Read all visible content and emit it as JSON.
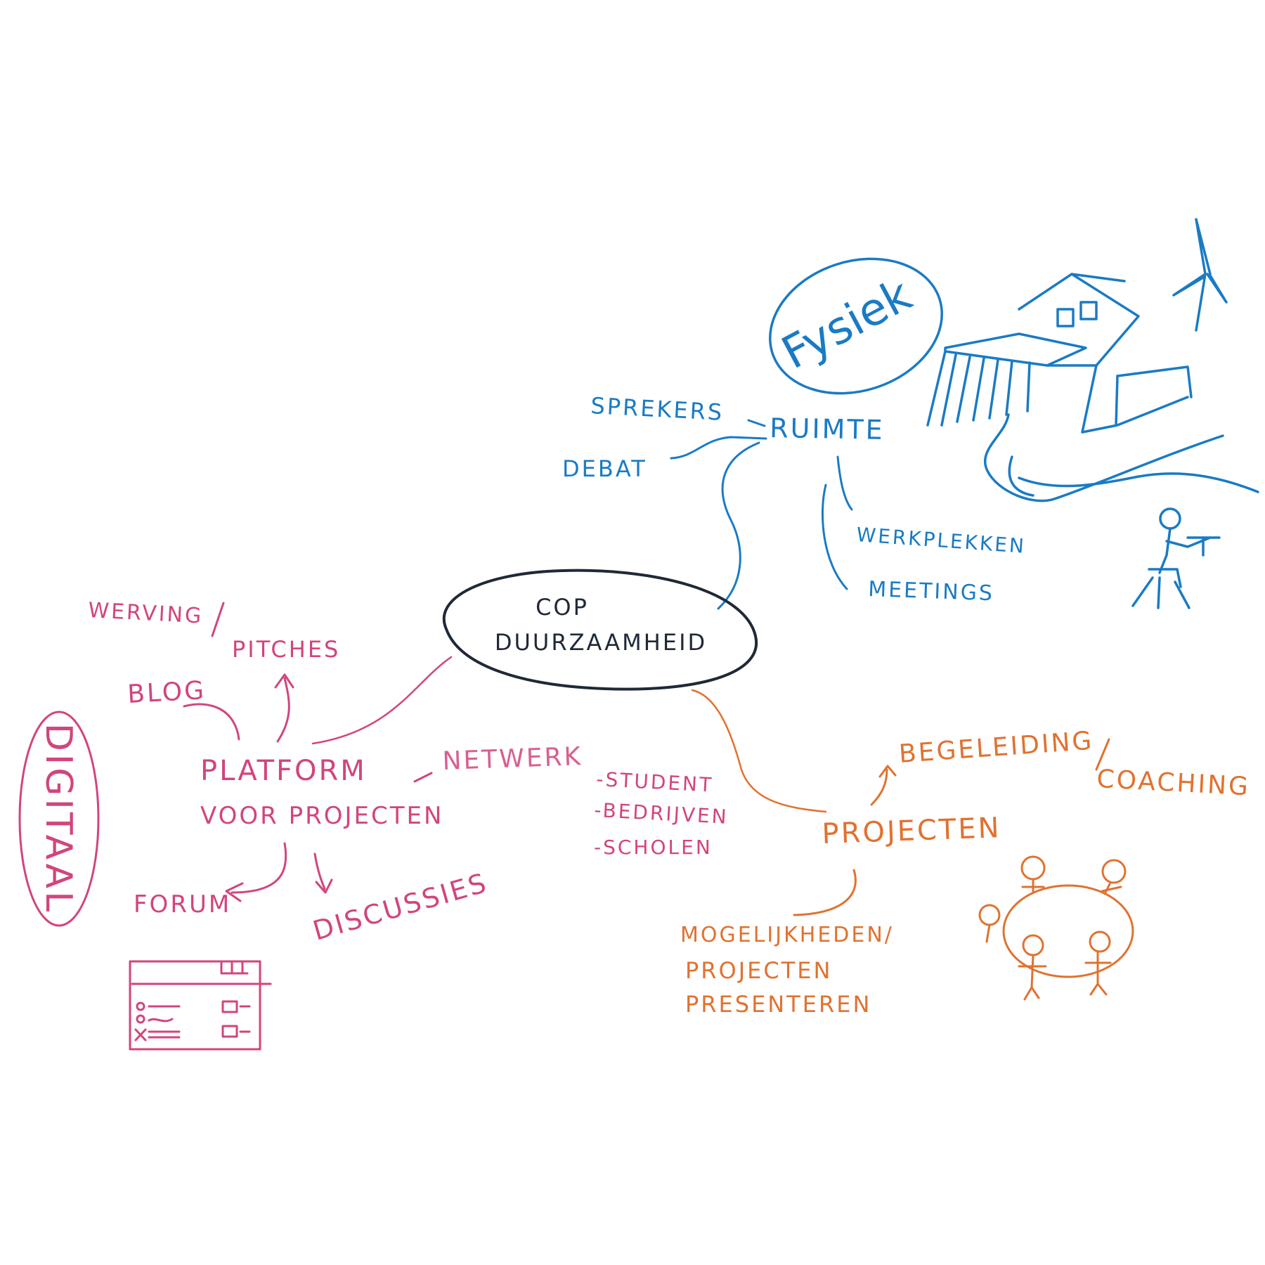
{
  "colors": {
    "center": "#1f2937",
    "fysiek": "#1a7bc4",
    "digitaal": "#d1457e",
    "projecten": "#e07230",
    "paper": "#ffffff"
  },
  "center": {
    "line1": "COP",
    "line2": "DUURZAAMHEID"
  },
  "fysiek": {
    "title": "Fysiek",
    "hub": "RUIMTE",
    "items": [
      "SPREKERS",
      "DEBAT",
      "WERKPLEKKEN",
      "MEETINGS"
    ],
    "icons": [
      "building-sketch-icon",
      "wind-turbine-icon",
      "river-icon",
      "person-at-desk-icon"
    ]
  },
  "digitaal": {
    "title": "DIGITAAL",
    "hub_line1": "PLATFORM",
    "hub_line2": "VOOR PROJECTEN",
    "werving": "WERVING",
    "pitches": "PITCHES",
    "blog": "BLOG",
    "forum": "FORUM",
    "discussies": "DISCUSSIES",
    "netwerk": "NETWERK",
    "netwerk_items": [
      "-STUDENT",
      "-BEDRIJVEN",
      "-SCHOLEN"
    ],
    "icons": [
      "website-wireframe-icon"
    ]
  },
  "projecten": {
    "hub": "PROJECTEN",
    "begeleiding": "BEGELEIDING",
    "coaching": "COACHING",
    "mogelijkheden": [
      "MOGELIJKHEDEN/",
      "PROJECTEN",
      "PRESENTEREN"
    ],
    "icons": [
      "people-around-table-icon"
    ]
  }
}
